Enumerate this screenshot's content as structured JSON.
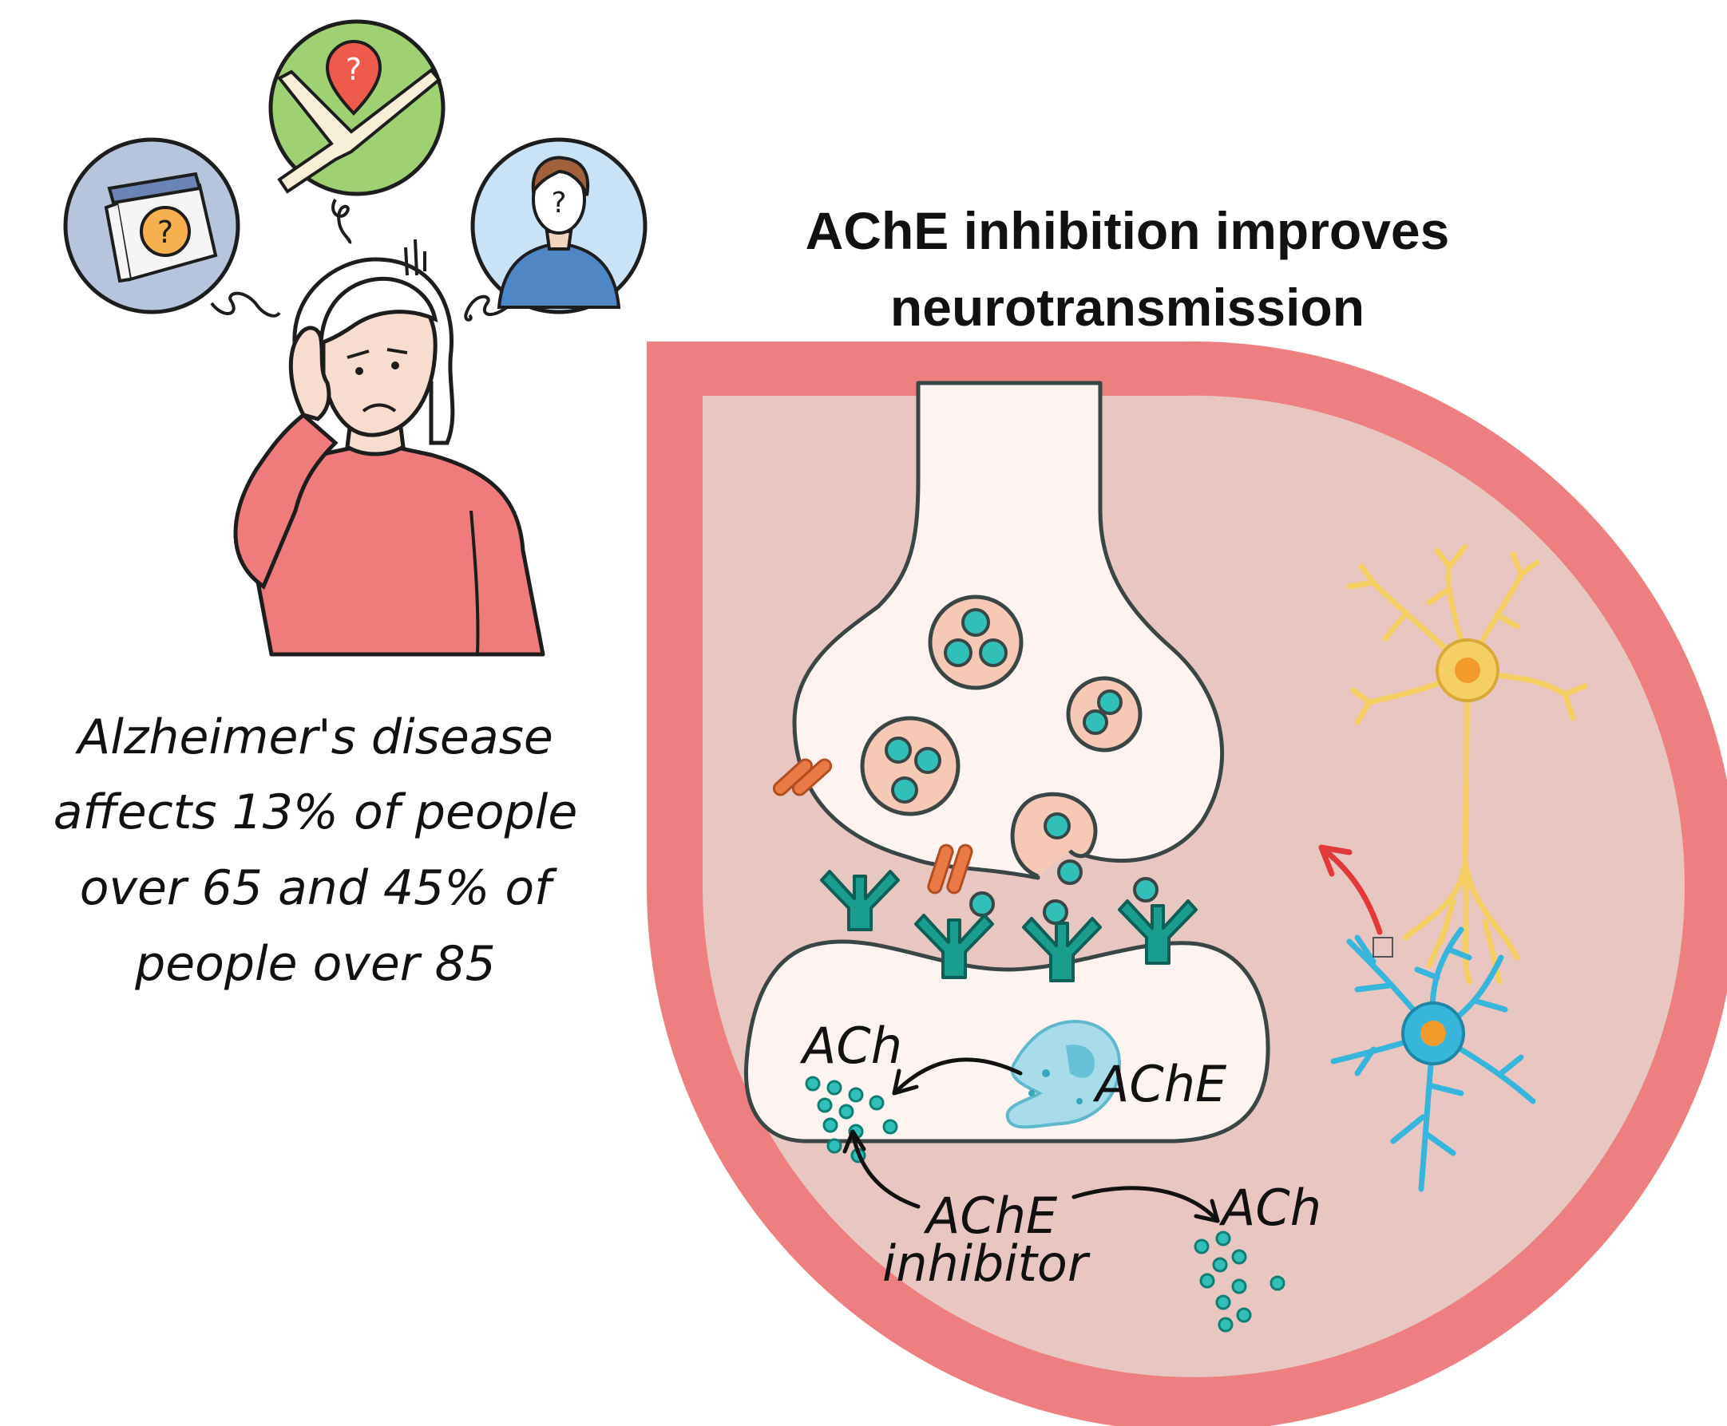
{
  "title": {
    "line1": "AChE inhibition improves",
    "line2": "neurotransmission"
  },
  "caption": {
    "line1": "Alzheimer's disease",
    "line2": "affects 13% of people",
    "line3": "over 65 and 45% of",
    "line4": "people over 85"
  },
  "labels": {
    "ach_top": "ACh",
    "ache_enzyme": "AChE",
    "inhibitor_line1": "AChE",
    "inhibitor_line2": "inhibitor",
    "ach_bottom": "ACh",
    "question_mark": "?"
  },
  "colors": {
    "frame": "#ee7f80",
    "inner_bg": "#e8c6c2",
    "terminal_fill": "#fdf4f1",
    "vesicle": "#f6c9b6",
    "ach_dot": "#30c0b8",
    "receptor": "#1a9d8c",
    "channel": "#ea7a45",
    "enzyme": "#a7dde9",
    "neuron_yellow": "#f4cf63",
    "neuron_blue": "#36b6db",
    "neuron_nucleus": "#f39a2c",
    "sweater": "#ef7b7c",
    "arrow_red": "#e23a3a"
  },
  "icons": [
    "calendar-icon",
    "map-pin-icon",
    "unknown-person-icon",
    "neuron-icon",
    "ache-enzyme-icon"
  ]
}
